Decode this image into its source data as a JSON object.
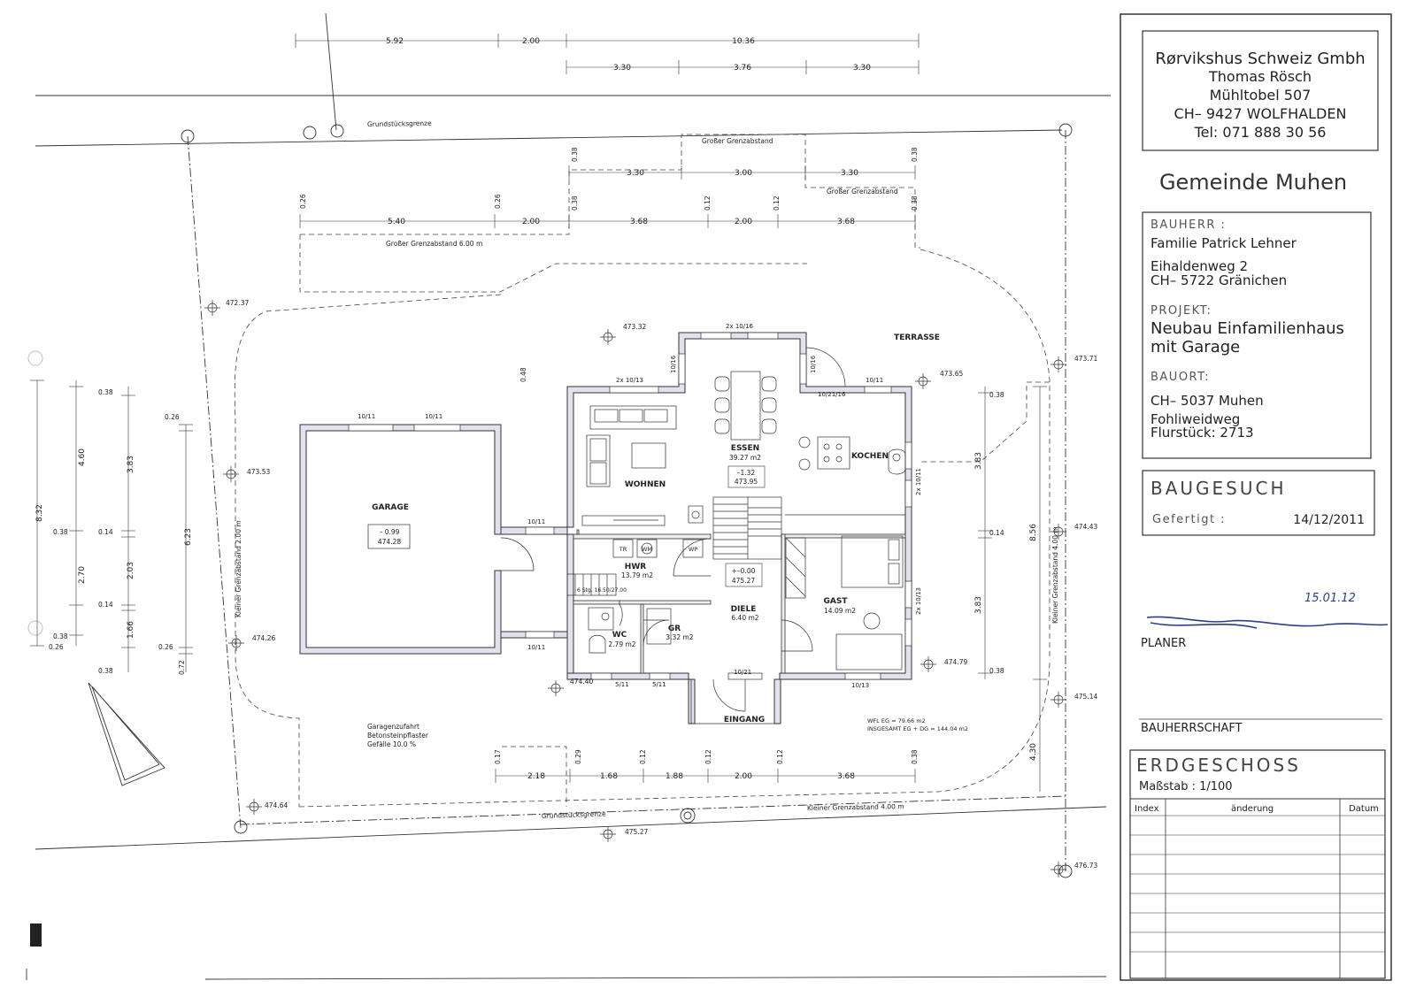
{
  "company": {
    "name": "Rørvikshus Schweiz Gmbh",
    "contact": "Thomas Rösch",
    "street": "Mühltobel 507",
    "city": "CH– 9427 WOLFHALDEN",
    "phone": "Tel: 071 888 30 56"
  },
  "municipality": "Gemeinde Muhen",
  "owner": {
    "label": "BAUHERR :",
    "name": "Familie Patrick Lehner",
    "street": "Eihaldenweg 2",
    "city": "CH– 5722 Gränichen"
  },
  "project": {
    "label": "PROJEKT:",
    "line1": "Neubau Einfamilienhaus",
    "line2": "mit Garage"
  },
  "site": {
    "label": "BAUORT:",
    "city": "CH– 5037 Muhen",
    "street": "Fohliweidweg",
    "parcel": "Flurstück: 2713"
  },
  "application": {
    "title": "BAUGESUCH",
    "made_label": "Gefertigt :",
    "date": "14/12/2011"
  },
  "signature_date": "15.01.12",
  "planner_label": "PLANER",
  "client_label": "BAUHERRSCHAFT",
  "floor": {
    "title": "ERDGESCHOSS",
    "scale": "Maßstab : 1/100"
  },
  "revision_table": {
    "headers": [
      "Index",
      "änderung",
      "Datum"
    ]
  },
  "rooms": {
    "garage": {
      "name": "GARAGE",
      "level": "– 0.99",
      "elev": "474.28"
    },
    "essen": {
      "name": "ESSEN",
      "area": "39.27 m2",
      "level": "–1.32",
      "elev": "473.95"
    },
    "wohnen": {
      "name": "WOHNEN"
    },
    "kochen": {
      "name": "KOCHEN"
    },
    "hwr": {
      "name": "HWR",
      "area": "13.79 m2"
    },
    "diele": {
      "name": "DIELE",
      "area": "6.40 m2",
      "level": "+–0.00",
      "elev": "475.27"
    },
    "gast": {
      "name": "GAST",
      "area": "14.09 m2"
    },
    "wc": {
      "name": "WC",
      "area": "2.79 m2"
    },
    "gr": {
      "name": "GR",
      "area": "3.32 m2"
    },
    "terrasse": {
      "name": "TERRASSE"
    },
    "eingang": {
      "name": "EINGANG"
    }
  },
  "appliances": {
    "tr": "TR",
    "wm": "WM",
    "wp": "WP"
  },
  "stair_note": "6 Stg. 16.50/27.00",
  "driveway": {
    "line1": "Garagenzufahrt",
    "line2": "Betonsteinpflaster",
    "line3": "Gefälle 10.0 %"
  },
  "area_note": {
    "line1": "WFL EG = 79.66 m2",
    "line2": "INSGESAMT EG + DG = 144.04 m2"
  },
  "labels": {
    "grundstuck_top": "Grundstücksgrenze",
    "grundstuck_bottom": "Grundstücksgrenze",
    "grosser_grenz_1": "Großer Grenzabstand",
    "grosser_grenz_2": "Großer Grenzabstand",
    "grosser_grenz_6": "Großer Grenzabstand 6.00 m",
    "kleiner_left": "Kleiner Grenzabstand 2.00 m",
    "kleiner_right": "Kleiner Grenzabstand 4.00 m",
    "kleiner_bottom": "Kleiner Grenzabstand 4.00 m"
  },
  "elevations": {
    "e47237": "472.37",
    "e47332": "473.32",
    "e47365": "473.65",
    "e47371": "473.71",
    "e47353": "473.53",
    "e47443": "474.43",
    "e47426": "474.26",
    "e47479": "474.79",
    "e47440": "474.40",
    "e47514": "475.14",
    "e47464": "474.64",
    "e47527": "475.27",
    "e47673": "476.73"
  },
  "windows": {
    "w1": "10/11",
    "w2": "10/11",
    "w3": "10/11",
    "w4": "10/11",
    "w5": "2x 10/13",
    "w6": "2x 10/16",
    "w7": "10/16",
    "w8": "10/16",
    "w9": "10/21/16",
    "w10": "10/11",
    "w11": "2x 10/11",
    "w12": "2x 10/13",
    "w13": "10/13",
    "w14": "10/21",
    "w15": "5/11",
    "w16": "5/11"
  },
  "dims": {
    "top1": [
      "5.92",
      "2.00",
      "10.36"
    ],
    "top2": [
      "3.30",
      "3.76",
      "3.30"
    ],
    "mid1": [
      "3.30",
      "3.00",
      "3.30"
    ],
    "mid2": [
      "5.40",
      "2.00",
      "3.68",
      "2.00",
      "3.68"
    ],
    "small_026a": "0.26",
    "small_026b": "0.26",
    "small_038a": "0.38",
    "small_038b": "0.38",
    "small_038c": "0.38",
    "small_038d": "0.38",
    "small_012a": "0.12",
    "small_012b": "0.12",
    "small_048": "0.48",
    "left_outer": [
      "4.60",
      "8.32",
      "2.70"
    ],
    "left_outer_small": [
      "0.38",
      "0.38",
      "0.14",
      "0.14",
      "0.38",
      "0.26",
      "0.38"
    ],
    "left_inner": [
      "3.83",
      "2.03",
      "1.66"
    ],
    "left_2": [
      "0.26",
      "6.23",
      "0.26",
      "0.72"
    ],
    "right_a": [
      "0.38",
      "3.83",
      "0.14",
      "3.83",
      "0.38"
    ],
    "right_b": [
      "8.56",
      "4.30"
    ],
    "bottom": [
      "2.18",
      "1.68",
      "1.88",
      "2.00",
      "3.68"
    ],
    "bottom_small": [
      "0.17",
      "0.29",
      "0.12",
      "0.12",
      "0.12",
      "0.38"
    ]
  }
}
